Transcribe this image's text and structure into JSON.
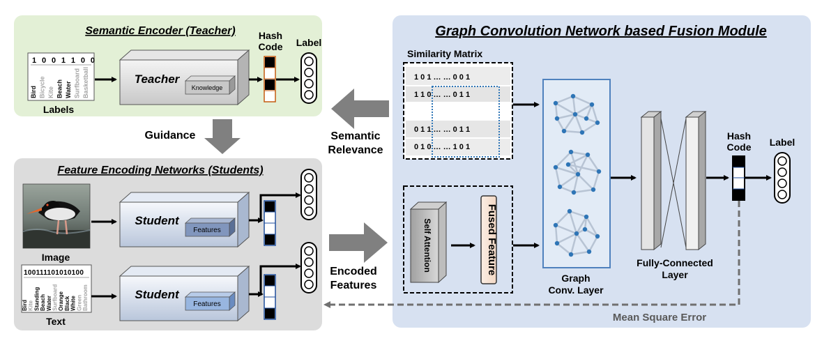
{
  "teacher_panel": {
    "title": "Semantic Encoder (Teacher)",
    "bits": "1 0 0 1 1 0 0",
    "words": [
      "Bird",
      "Bicycle",
      "Kite",
      "Beach",
      "Water",
      "Surfboard",
      "Basketball"
    ],
    "inputs_label": "Labels",
    "network_label": "Teacher",
    "feature_label": "Knowledge",
    "hash_label_1": "Hash",
    "hash_label_2": "Code",
    "output_label": "Label"
  },
  "guidance_label": "Guidance",
  "semantic_relevance": {
    "line1": "Semantic",
    "line2": "Relevance"
  },
  "encoded_features": {
    "line1": "Encoded",
    "line2": "Features"
  },
  "students_panel": {
    "title": "Feature Encoding Networks (Students)",
    "image_label": "Image",
    "text_label": "Text",
    "text_bits": "100111101010100",
    "text_words": [
      "Bird",
      "Kite",
      "Standing",
      "Beach",
      "Water",
      "Surfboard",
      "Orange",
      "Black",
      "White",
      "Green",
      "Bathroom"
    ],
    "student_label": "Student",
    "feature_label": "Features"
  },
  "fusion_panel": {
    "title": "Graph Convolution Network based Fusion Module",
    "similarity_title": "Similarity Matrix",
    "matrix_rows": [
      "1 0 1  … …  0 0 1",
      "1 1 0  … …  0 1 1",
      "0 1 1  … …  0 1 1",
      "0 1 0  … …  1 0 1"
    ],
    "self_attention": "Self Attention",
    "fused_feature": "Fused Feature",
    "gcn_label_1": "Graph",
    "gcn_label_2": "Conv. Layer",
    "fc_label_1": "Fully-Connected",
    "fc_label_2": "Layer",
    "hash_label_1": "Hash",
    "hash_label_2": "Code",
    "output_label": "Label",
    "loss_label": "Mean Square Error"
  },
  "colors": {
    "teacher_bg": "#e3f0d6",
    "students_bg": "#dcdcdc",
    "fusion_bg": "#d7e1f1",
    "hash_black": "#000000",
    "teacher_hash_border": "#c55a11",
    "student_hash_border": "#1f4e9c",
    "node": "#2e75b6",
    "gcn_border": "#4f81bd",
    "arrow_gray": "#808080"
  },
  "icons": {
    "image_thumbnail": "oystercatcher-bird-photo"
  }
}
